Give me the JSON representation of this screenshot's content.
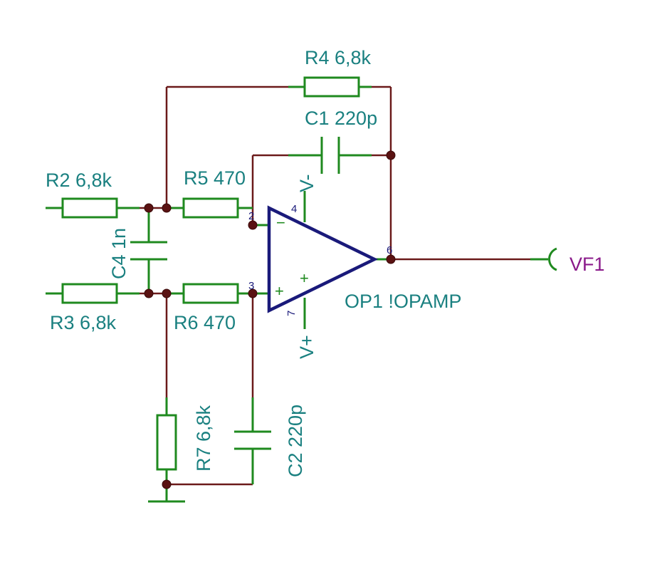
{
  "labels": {
    "r2": "R2 6,8k",
    "r3": "R3 6,8k",
    "r4": "R4 6,8k",
    "r5": "R5 470",
    "r6": "R6 470",
    "r7": "R7 6,8k",
    "c1": "C1 220p",
    "c2": "C2 220p",
    "c4": "C4 1n",
    "op1": "OP1 !OPAMP",
    "vminus": "V-",
    "vplus": "V+",
    "vf1": "VF1"
  },
  "pins": {
    "p2": "2",
    "p3": "3",
    "p4": "4",
    "p6": "6",
    "p7": "7",
    "minus": "−",
    "plus1": "+",
    "plus2": "+"
  },
  "colors": {
    "wire": "#6b1a1a",
    "component": "#1f8a1f",
    "label": "#1a8080",
    "opamp": "#1a1a7a",
    "net_label": "#8a1a8a"
  }
}
